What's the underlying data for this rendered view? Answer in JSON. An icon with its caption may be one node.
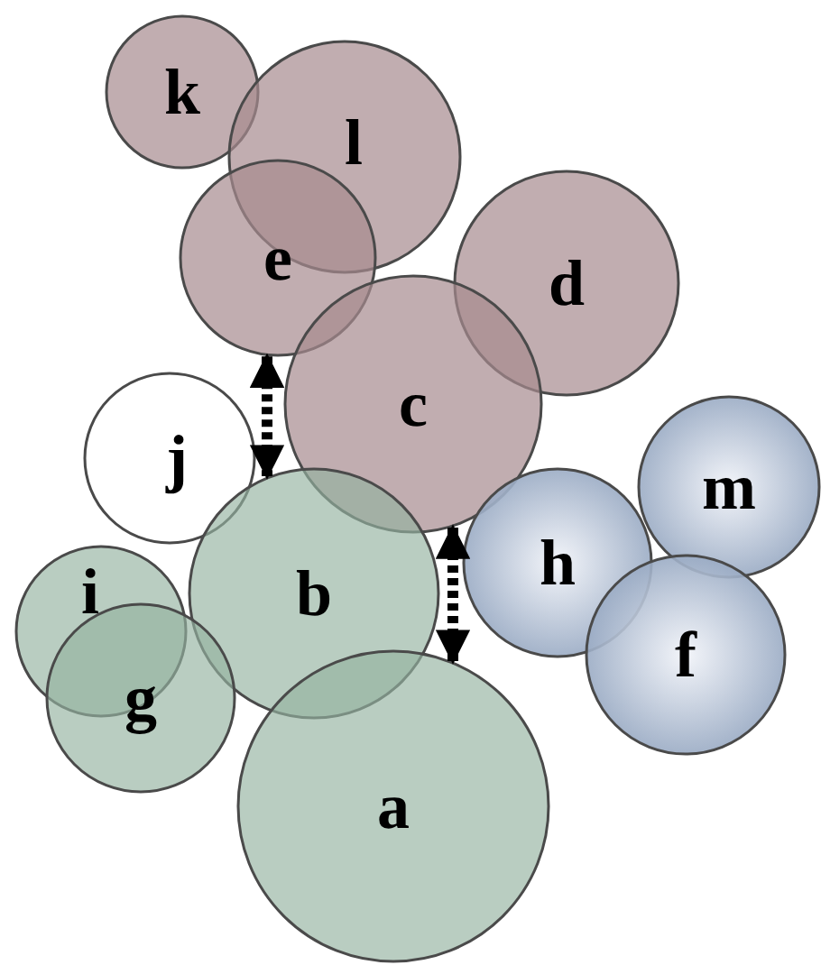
{
  "diagram": {
    "nodes": [
      {
        "text": [
          "k"
        ]
      },
      {
        "text": [
          "l"
        ]
      },
      {
        "text": [
          "e"
        ]
      },
      {
        "text": [
          "d"
        ]
      },
      {
        "text": [
          "c"
        ]
      },
      {
        "text": [
          "j"
        ]
      },
      {
        "text": [
          "m"
        ]
      },
      {
        "text": [
          "h"
        ]
      },
      {
        "text": [
          "i"
        ]
      },
      {
        "text": [
          "b"
        ]
      },
      {
        "text": [
          "f"
        ]
      },
      {
        "text": [
          "g"
        ]
      },
      {
        "text": [
          "a"
        ]
      }
    ],
    "edges": [
      {
        "from": 2,
        "to": 9,
        "arrow": "both",
        "style": "dashed"
      },
      {
        "from": 4,
        "to": 12,
        "arrow": "both",
        "style": "dashed"
      }
    ]
  }
}
